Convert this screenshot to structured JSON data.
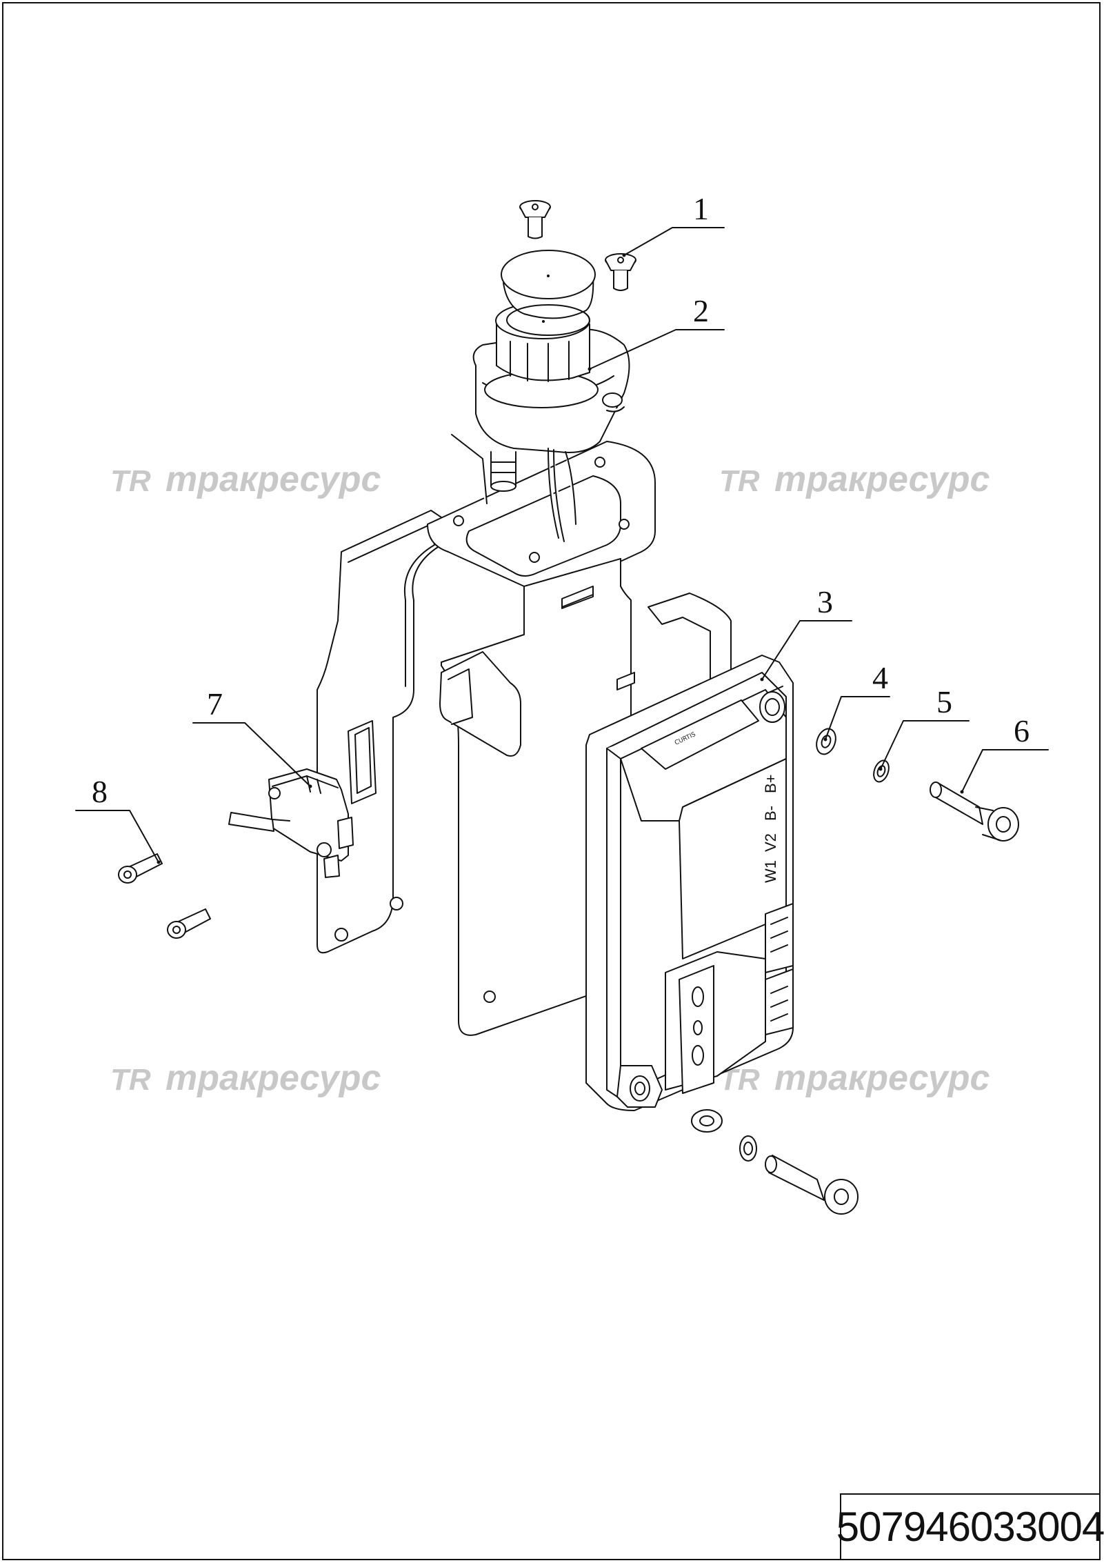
{
  "drawing": {
    "part_number": "507946033004",
    "callouts": [
      "1",
      "2",
      "3",
      "4",
      "5",
      "6",
      "7",
      "8"
    ],
    "watermarks": [
      {
        "logo": "TR",
        "text": "тракресурс"
      },
      {
        "logo": "TR",
        "text": "тракресурс"
      },
      {
        "logo": "TR",
        "text": "тракресурс"
      },
      {
        "logo": "TR",
        "text": "тракресурс"
      }
    ],
    "controller_terminals": [
      "W1",
      "V2",
      "B-",
      "B+"
    ],
    "controller_brand": "CURTIS",
    "line_color": "#111111",
    "watermark_color": "#c8c8c8"
  }
}
